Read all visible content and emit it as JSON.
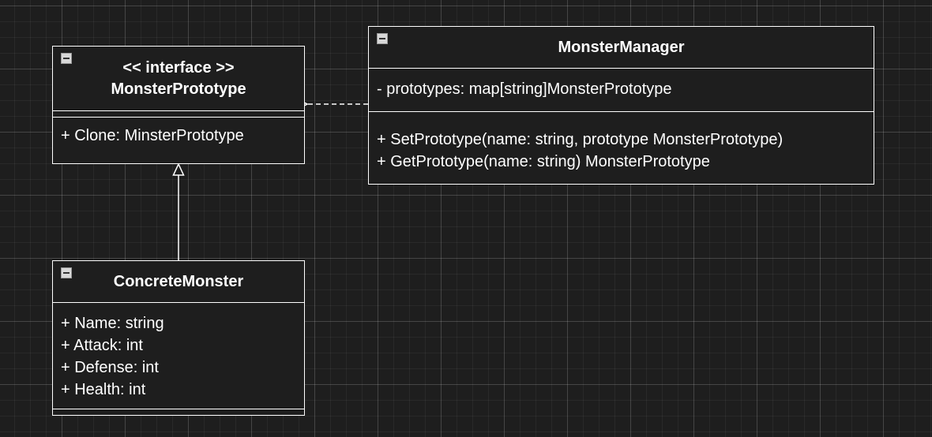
{
  "classes": {
    "monster_prototype": {
      "stereotype": "<< interface >>",
      "name": "MonsterPrototype",
      "attributes": [],
      "methods": [
        "+ Clone: MinsterPrototype"
      ]
    },
    "monster_manager": {
      "name": "MonsterManager",
      "attributes": [
        "- prototypes: map[string]MonsterPrototype"
      ],
      "methods": [
        "+ SetPrototype(name: string, prototype MonsterPrototype)",
        "+ GetPrototype(name: string) MonsterPrototype"
      ]
    },
    "concrete_monster": {
      "name": "ConcreteMonster",
      "attributes": [
        "+ Name: string",
        "+ Attack: int",
        "+ Defense: int",
        "+ Health: int"
      ],
      "methods": []
    }
  },
  "relationships": [
    {
      "type": "realization",
      "from": "ConcreteMonster",
      "to": "MonsterPrototype"
    },
    {
      "type": "dependency",
      "from": "MonsterManager",
      "to": "MonsterPrototype"
    }
  ],
  "colors": {
    "background": "#1e1e1e",
    "grid": "#3a3a3a",
    "stroke": "#ffffff",
    "text": "#ffffff",
    "collapse_icon": "#d8d8d8"
  },
  "icons": {
    "collapse": "minus-square-icon"
  }
}
